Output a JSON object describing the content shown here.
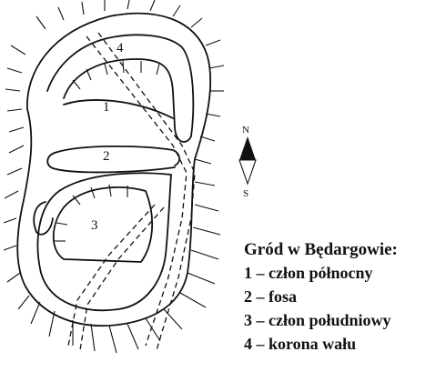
{
  "map": {
    "labels": [
      "1",
      "2",
      "3",
      "4"
    ],
    "north": "N",
    "south": "S",
    "ink_color": "#111111"
  },
  "legend": {
    "title": "Gród w Będargowie:",
    "items": [
      "1 – człon północny",
      "2 – fosa",
      "3 – człon południowy",
      "4 – korona wału"
    ]
  }
}
